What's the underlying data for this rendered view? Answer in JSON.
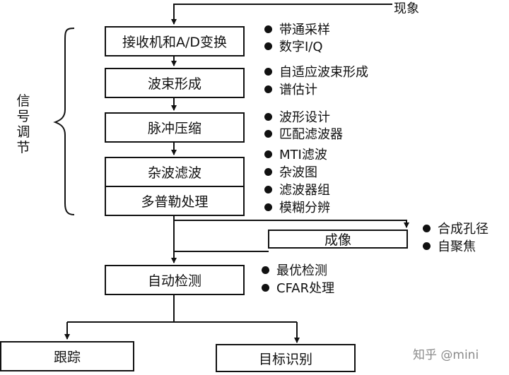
{
  "input_label": "现象",
  "side_label": [
    "信",
    "号",
    "调",
    "节"
  ],
  "boxes": {
    "receiver": "接收机和A/D变换",
    "beamforming": "波束形成",
    "pulse": "脉冲压缩",
    "clutter": "杂波滤波",
    "doppler": "多普勒处理",
    "imaging": "成像",
    "detection": "自动检测",
    "tracking": "跟踪",
    "recognition": "目标识别"
  },
  "bullets": {
    "receiver": [
      "带通采样",
      "数字I/Q"
    ],
    "beamforming": [
      "自适应波束形成",
      "谱估计"
    ],
    "pulse": [
      "波形设计",
      "匹配滤波器"
    ],
    "clutter_doppler": [
      "MTI滤波",
      "杂波图",
      "滤波器组",
      "模糊分辨"
    ],
    "imaging": [
      "合成孔径",
      "自聚焦"
    ],
    "detection": [
      "最优检测",
      "CFAR处理"
    ]
  },
  "watermark": "知乎 @mini"
}
